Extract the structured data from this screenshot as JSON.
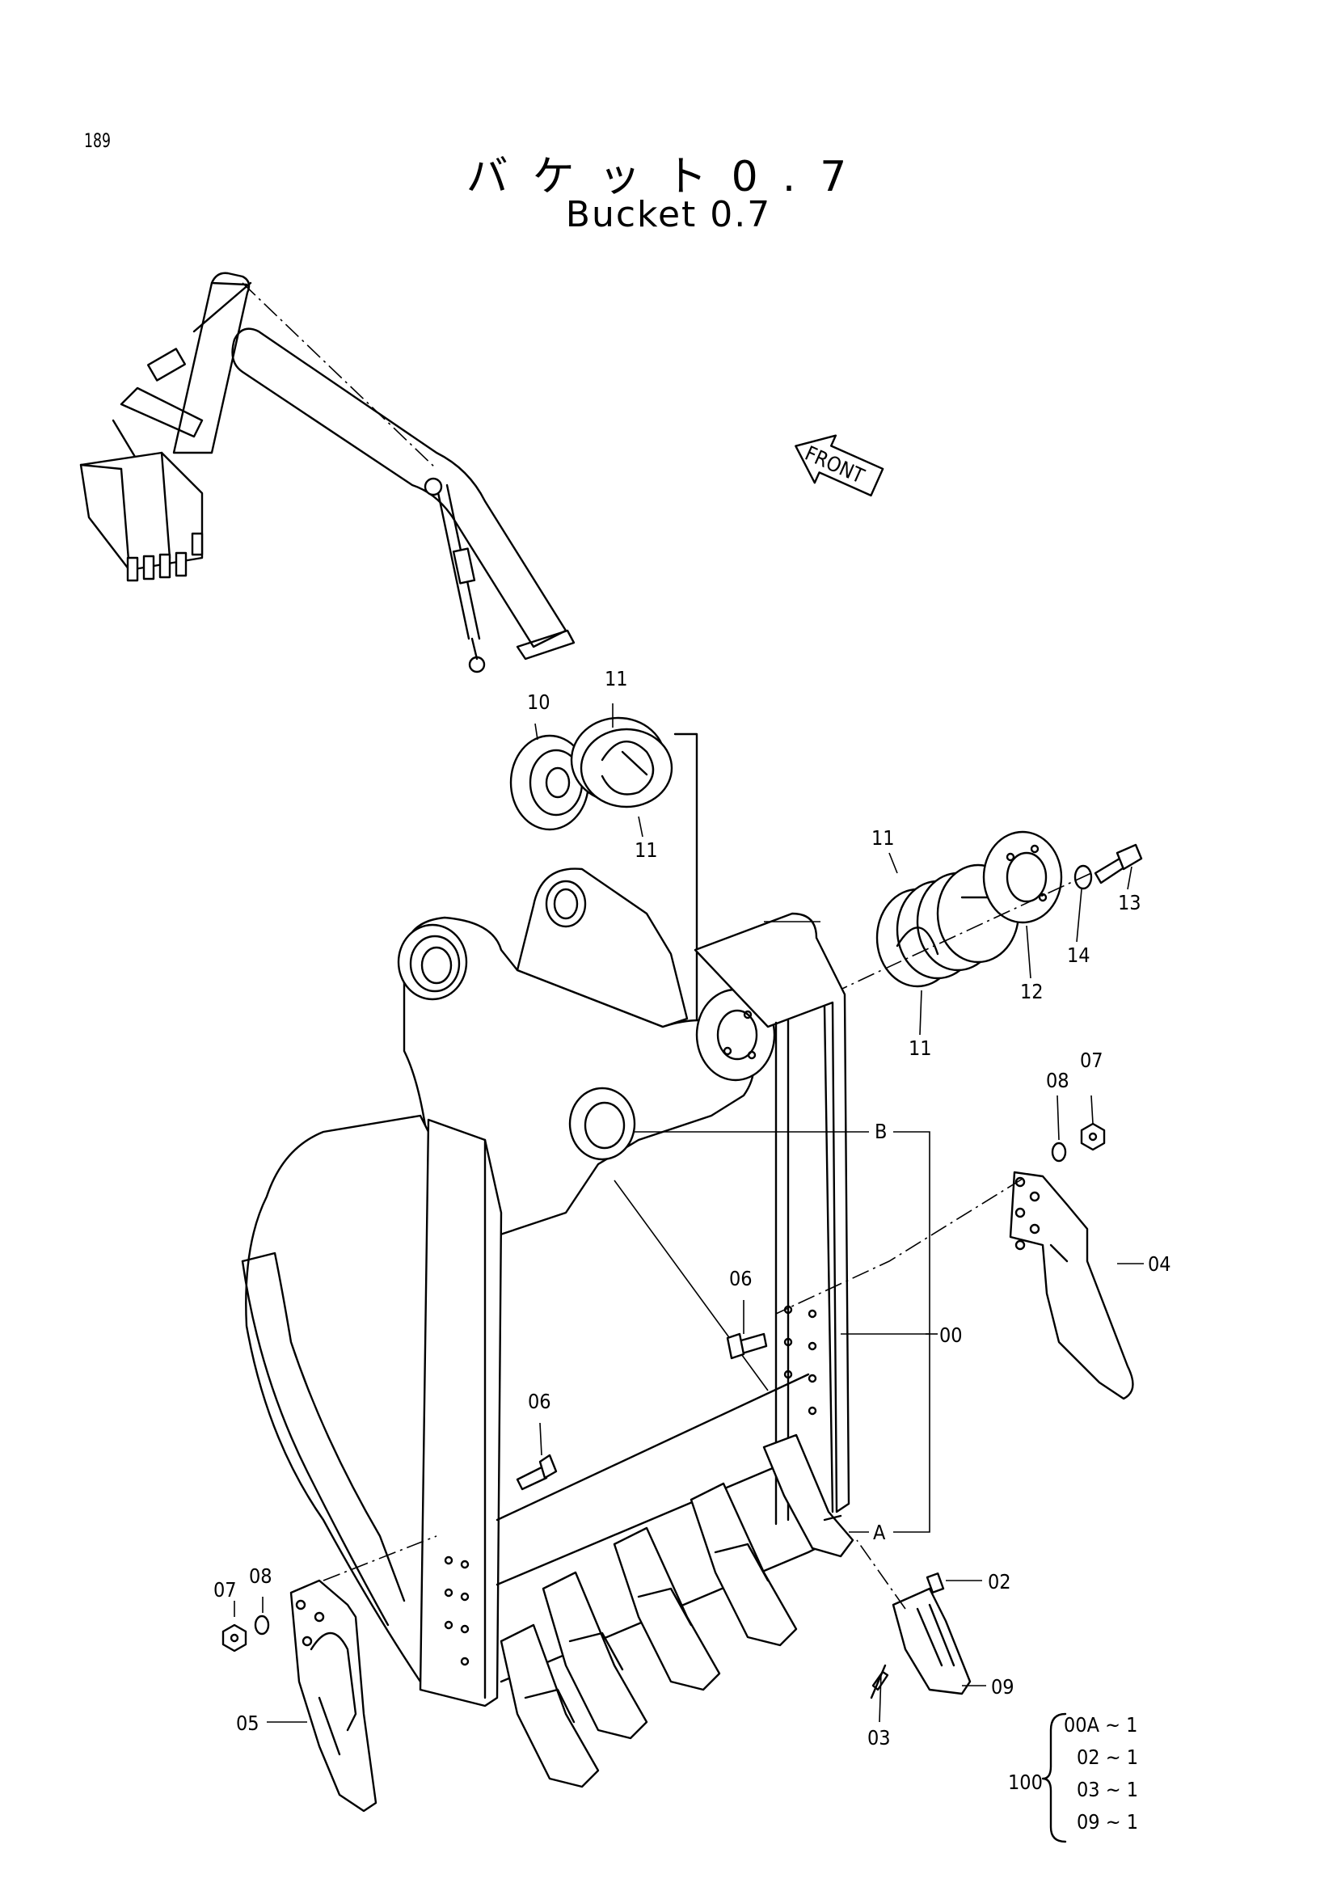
{
  "page": {
    "number": "189",
    "title_jp": "バケット0.7",
    "title_en": "Bucket 0.7"
  },
  "front_tag": "FRONT",
  "callouts": {
    "c10": "10",
    "c11a": "11",
    "c11b": "11",
    "c11c": "11",
    "c11d": "11",
    "c12": "12",
    "c13": "13",
    "c14": "14",
    "c08a": "08",
    "c07a": "07",
    "cB": "B",
    "c04": "04",
    "c06a": "06",
    "c00": "00",
    "c06b": "06",
    "cA": "A",
    "c07b": "07",
    "c08b": "08",
    "c02": "02",
    "c09": "09",
    "c05": "05",
    "c03": "03"
  },
  "assembly": {
    "number": "100",
    "lines": [
      "00A ~ 1",
      "02 ~ 1",
      "03 ~ 1",
      "09 ~ 1"
    ]
  }
}
